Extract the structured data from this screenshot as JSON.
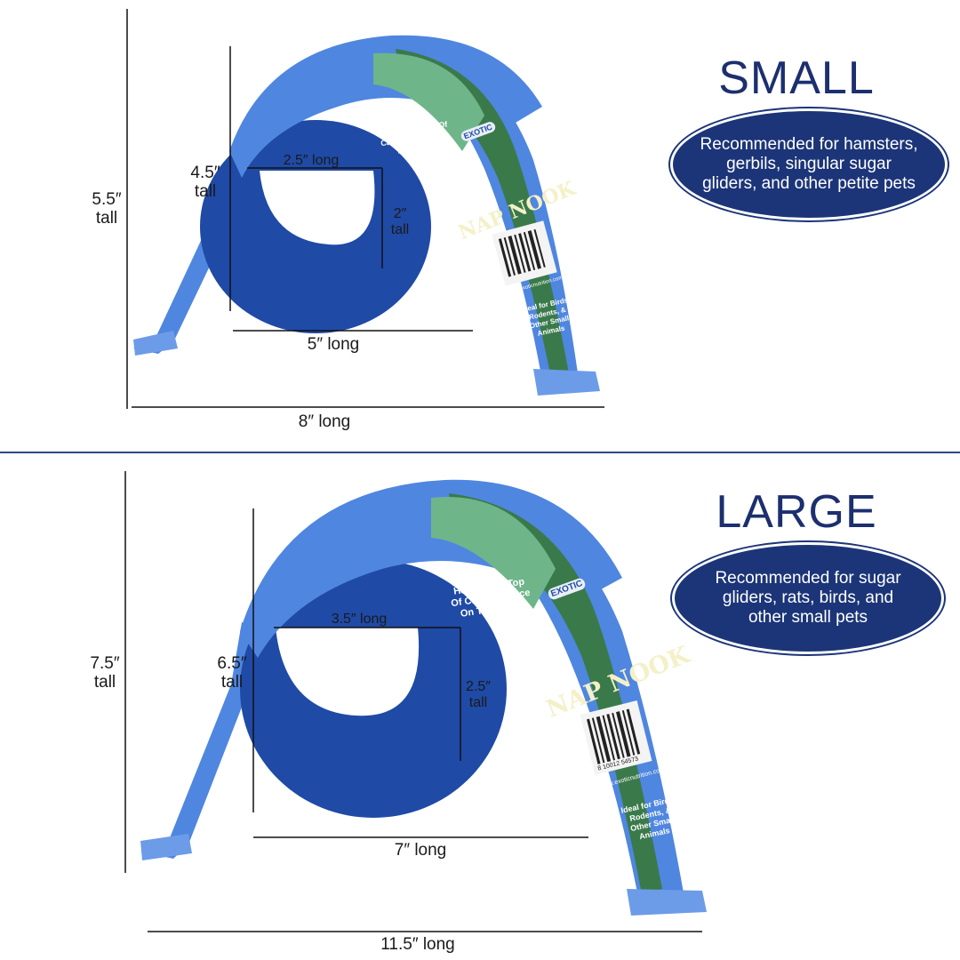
{
  "small": {
    "title": "SMALL",
    "recommendation": "Recommended for hamsters, gerbils, singular sugar gliders, and other petite pets",
    "dims": {
      "overall_height_value": "5.5″",
      "overall_height_unit": "tall",
      "overall_length": "8″ long",
      "inner_height_value": "4.5″",
      "inner_height_unit": "tall",
      "inner_length": "5″ long",
      "opening_width": "2.5″ long",
      "opening_height_value": "2″",
      "opening_height_unit": "tall"
    }
  },
  "large": {
    "title": "LARGE",
    "recommendation": "Recommended for sugar gliders, rats, birds, and other small pets",
    "dims": {
      "overall_height_value": "7.5″",
      "overall_height_unit": "tall",
      "overall_length": "11.5″ long",
      "inner_height_value": "6.5″",
      "inner_height_unit": "tall",
      "inner_length": "7″ long",
      "opening_width": "3.5″ long",
      "opening_height_value": "2.5″",
      "opening_height_unit": "tall"
    }
  },
  "label": {
    "brand": "EXOTIC",
    "product": "NAP NOOK",
    "hang_text": "Hang From Top Of Cage Or Place On The Floor!",
    "ideal_text": "Ideal for Birds, Rodents, & Other Small Animals",
    "website": "www.exoticnutrition.com",
    "barcode": "8 10012 54573"
  },
  "colors": {
    "product_blue": "#4f86e0",
    "product_dark": "#1f4aa6",
    "label_green": "#3a7a4a",
    "title_navy": "#1c2f6e"
  }
}
